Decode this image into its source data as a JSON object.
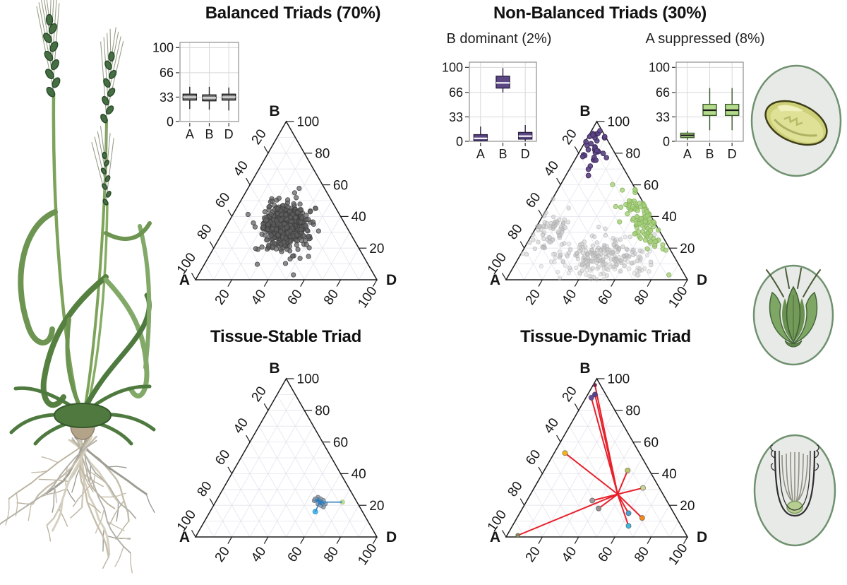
{
  "panels": {
    "balanced": {
      "title": "Balanced Triads (70%)"
    },
    "nonbalanced": {
      "title": "Non-Balanced Triads (30%)",
      "b_dominant_label": "B dominant (2%)",
      "a_suppressed_label": "A suppressed (8%)"
    },
    "stable": {
      "title": "Tissue-Stable Triad"
    },
    "dynamic": {
      "title": "Tissue-Dynamic Triad"
    }
  },
  "icons": [
    {
      "name": "wheat-grain-icon"
    },
    {
      "name": "wheat-spikelet-icon"
    },
    {
      "name": "root-tip-icon"
    }
  ],
  "chart_data": [
    {
      "target": "box-balanced",
      "type": "boxplot",
      "categories": [
        "A",
        "B",
        "D"
      ],
      "y_ticks": [
        0,
        33,
        66,
        100
      ],
      "ylim": [
        0,
        107
      ],
      "boxes": [
        {
          "category": "A",
          "whisker_low": 17,
          "q1": 29,
          "median": 33,
          "q3": 37,
          "whisker_high": 47
        },
        {
          "category": "B",
          "whisker_low": 16,
          "q1": 28,
          "median": 32,
          "q3": 36,
          "whisker_high": 47
        },
        {
          "category": "D",
          "whisker_low": 15,
          "q1": 29,
          "median": 33,
          "q3": 37,
          "whisker_high": 46
        }
      ],
      "style": {
        "fill": "#757575",
        "median": "#e8e8e8",
        "stroke": "#222222"
      }
    },
    {
      "target": "box-b-dominant",
      "type": "boxplot",
      "categories": [
        "A",
        "B",
        "D"
      ],
      "y_ticks": [
        0,
        33,
        66,
        100
      ],
      "ylim": [
        0,
        107
      ],
      "boxes": [
        {
          "category": "A",
          "whisker_low": 0,
          "q1": 1,
          "median": 4,
          "q3": 9,
          "whisker_high": 20
        },
        {
          "category": "B",
          "whisker_low": 66,
          "q1": 72,
          "median": 79,
          "q3": 88,
          "whisker_high": 99
        },
        {
          "category": "D",
          "whisker_low": 0,
          "q1": 3,
          "median": 7,
          "q3": 12,
          "whisker_high": 22
        }
      ],
      "style": {
        "fill": "#5b4784",
        "median": "#ffffff",
        "stroke": "#2d2145"
      }
    },
    {
      "target": "box-a-suppressed",
      "type": "boxplot",
      "categories": [
        "A",
        "B",
        "D"
      ],
      "y_ticks": [
        0,
        33,
        66,
        100
      ],
      "ylim": [
        0,
        107
      ],
      "boxes": [
        {
          "category": "A",
          "whisker_low": 2,
          "q1": 5,
          "median": 8,
          "q3": 11,
          "whisker_high": 14
        },
        {
          "category": "B",
          "whisker_low": 15,
          "q1": 35,
          "median": 42,
          "q3": 50,
          "whisker_high": 72
        },
        {
          "category": "D",
          "whisker_low": 15,
          "q1": 35,
          "median": 42,
          "q3": 50,
          "whisker_high": 72
        }
      ],
      "style": {
        "fill": "#b4da8c",
        "median": "#1a1a1a",
        "stroke": "#3a5a28"
      }
    },
    {
      "target": "tern-balanced",
      "type": "ternary-scatter",
      "vertices": {
        "top": "B",
        "bottom_left": "A",
        "bottom_right": "D"
      },
      "tick_values": [
        20,
        40,
        60,
        80,
        100
      ],
      "grid_step": 10,
      "groups": [
        {
          "name": "balanced-triads",
          "color": "#5f5f5f",
          "stroke": "#3d3d3d",
          "opacity": 0.72,
          "r": 3.2,
          "generate": {
            "count": 650,
            "center": [
              33,
              34,
              33
            ],
            "sigma": [
              8.5,
              8,
              8.5
            ],
            "seed": 7
          }
        }
      ]
    },
    {
      "target": "tern-nonbalanced",
      "type": "ternary-scatter",
      "vertices": {
        "top": "B",
        "bottom_left": "A",
        "bottom_right": "D"
      },
      "tick_values": [
        20,
        40,
        60,
        80,
        100
      ],
      "grid_step": 10,
      "groups": [
        {
          "name": "other-nonbalanced-band",
          "color": "#c2c2c2",
          "stroke": "#a8a8a8",
          "opacity": 0.45,
          "r": 2.8,
          "generate": {
            "count": 150,
            "center": [
              40,
              16,
              44
            ],
            "sigma": [
              16,
              5,
              16
            ],
            "seed": 11
          }
        },
        {
          "name": "other-nonbalanced-left",
          "color": "#c2c2c2",
          "stroke": "#a8a8a8",
          "opacity": 0.45,
          "r": 2.8,
          "generate": {
            "count": 65,
            "center": [
              60,
              31,
              9
            ],
            "sigma": [
              9,
              8,
              6
            ],
            "seed": 23
          }
        },
        {
          "name": "other-nonbalanced-scatter",
          "color": "#c8c8c8",
          "stroke": "#b0b0b0",
          "opacity": 0.35,
          "r": 2.8,
          "generate": {
            "count": 90,
            "center": [
              42,
              9,
              49
            ],
            "sigma": [
              21,
              5,
              21
            ],
            "seed": 5
          }
        },
        {
          "name": "a-suppressed-triads",
          "color": "#a6cf7c",
          "stroke": "#86b45c",
          "opacity": 0.8,
          "r": 3.2,
          "generate": {
            "count": 105,
            "center": [
              6,
              37,
              57
            ],
            "sigma": [
              4.5,
              12,
              12
            ],
            "seed": 99
          }
        },
        {
          "name": "b-dominant-triads",
          "color": "#5d4384",
          "stroke": "#3c2a5c",
          "opacity": 0.92,
          "r": 3.4,
          "generate": {
            "count": 36,
            "center": [
              11,
              83,
              6
            ],
            "sigma": [
              6,
              6.5,
              4.5
            ],
            "seed": 42
          }
        }
      ]
    },
    {
      "target": "tern-stable",
      "type": "ternary-scatter",
      "vertices": {
        "top": "B",
        "bottom_left": "A",
        "bottom_right": "D"
      },
      "tick_values": [
        20,
        40,
        60,
        80,
        100
      ],
      "grid_step": 10,
      "hub": [
        20.5,
        22,
        57.5
      ],
      "rays": {
        "color": "#2f7fc1",
        "width": 1.6
      },
      "groups": [
        {
          "name": "stable-cluster",
          "color": "#9099a3",
          "stroke": "#6e7781",
          "opacity": 0.85,
          "r": 3,
          "points": [
            [
              19,
              24,
              57
            ],
            [
              21,
              24,
              55
            ],
            [
              22,
              21,
              57
            ],
            [
              18,
              21,
              61
            ],
            [
              20,
              19,
              61
            ],
            [
              23,
              23,
              54
            ],
            [
              18,
              23,
              59
            ],
            [
              21,
              20,
              59
            ],
            [
              20,
              25,
              55
            ],
            [
              22,
              24,
              54
            ]
          ]
        },
        {
          "name": "stable-green-tissue",
          "color": "#c2e09a",
          "stroke": "#9cc26e",
          "opacity": 0.95,
          "r": 3,
          "points": [
            [
              8,
              22,
              70
            ]
          ]
        },
        {
          "name": "stable-cyan-tissue",
          "color": "#45b5e8",
          "stroke": "#2a93c4",
          "opacity": 0.95,
          "r": 3.4,
          "points": [
            [
              26,
              16,
              58
            ]
          ]
        }
      ]
    },
    {
      "target": "tern-dynamic",
      "type": "ternary-scatter",
      "vertices": {
        "top": "B",
        "bottom_left": "A",
        "bottom_right": "D"
      },
      "tick_values": [
        20,
        40,
        60,
        80,
        100
      ],
      "grid_step": 10,
      "hub": [
        25,
        27,
        48
      ],
      "rays": {
        "color": "#e8212c",
        "width": 2
      },
      "markers": [
        {
          "p": [
            3,
            96,
            1
          ],
          "color": "#7b2150",
          "r": 2.6
        },
        {
          "p": [
            6,
            90,
            4
          ],
          "color": "#5b3e8f",
          "r": 3.6
        },
        {
          "p": [
            9,
            88,
            3
          ],
          "color": "#6a4a9c",
          "r": 3.6
        },
        {
          "p": [
            41,
            53,
            6
          ],
          "color": "#f5b31e",
          "r": 3.6
        },
        {
          "p": [
            12,
            42,
            46
          ],
          "color": "#bcc566",
          "r": 3.6
        },
        {
          "p": [
            9,
            31,
            60
          ],
          "color": "#ccd48e",
          "r": 3.6
        },
        {
          "p": [
            41,
            23,
            36
          ],
          "color": "#a39b9b",
          "r": 3.6
        },
        {
          "p": [
            40,
            18,
            42
          ],
          "color": "#988f8f",
          "r": 3.6
        },
        {
          "p": [
            25,
            15,
            60
          ],
          "color": "#4a9fd4",
          "r": 3.6
        },
        {
          "p": [
            29,
            7,
            64
          ],
          "color": "#3fb8dc",
          "r": 3.6
        },
        {
          "p": [
            19,
            12,
            69
          ],
          "color": "#f28a1e",
          "r": 3.6
        },
        {
          "p": [
            93,
            1,
            6
          ],
          "color": "#8a8a5a",
          "r": 3.0
        }
      ]
    }
  ]
}
